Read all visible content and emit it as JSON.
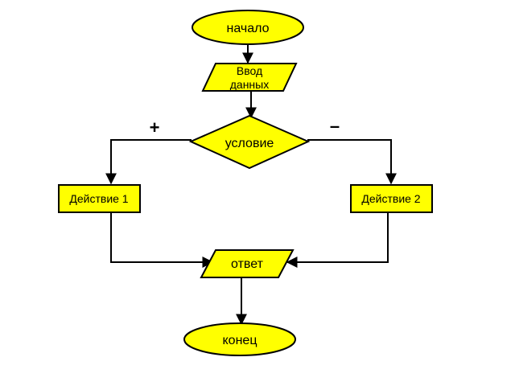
{
  "nodes": {
    "start": {
      "label": "начало"
    },
    "input": {
      "line1": "Ввод",
      "line2": "данных"
    },
    "condition": {
      "label": "условие"
    },
    "action1": {
      "label": "Действие 1"
    },
    "action2": {
      "label": "Действие 2"
    },
    "output": {
      "label": "ответ"
    },
    "end": {
      "label": "конец"
    }
  },
  "branches": {
    "yes": "+",
    "no": "–"
  },
  "colors": {
    "shape_fill": "#ffff00",
    "stroke": "#000000",
    "background": "#ffffff"
  }
}
